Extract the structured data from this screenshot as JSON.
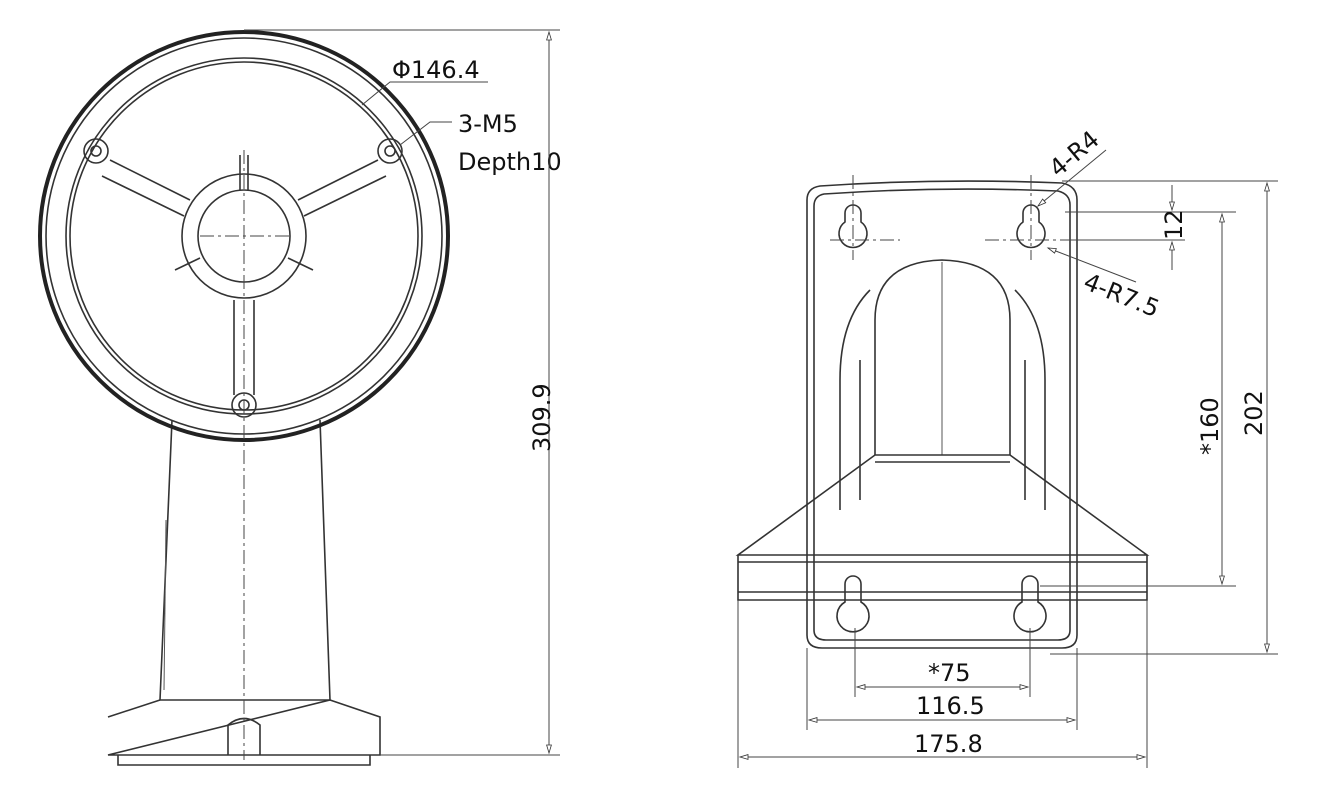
{
  "side_view": {
    "diameter_label": "Φ146.4",
    "thread_label": "3-M5",
    "depth_label": "Depth10",
    "height_label": "309.9"
  },
  "front_view": {
    "small_radius_label": "4-R4",
    "large_radius_label": "4-R7.5",
    "offset_label": "12",
    "hole_spacing_v_label": "*160",
    "height_label": "202",
    "hole_spacing_h_label": "*75",
    "plate_width_label": "116.5",
    "overall_width_label": "175.8"
  },
  "colors": {
    "line": "#333333",
    "background": "#ffffff"
  }
}
